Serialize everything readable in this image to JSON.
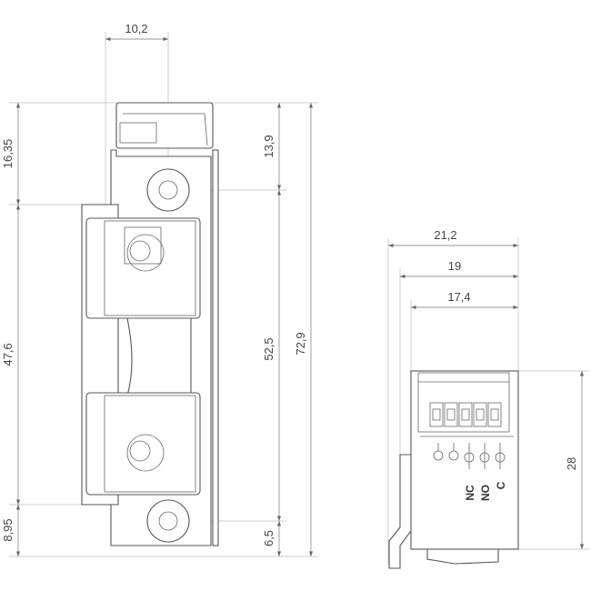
{
  "dimensions": {
    "front_width": "10,2",
    "top_offset": "16,35",
    "middle_height": "47,6",
    "bottom_offset": "8,95",
    "screw_top": "13,9",
    "screw_span": "52,5",
    "total_height": "72,9",
    "screw_bottom": "6,5",
    "side_total_depth": "21,2",
    "side_depth_19": "19",
    "side_depth_17": "17,4",
    "side_height": "28"
  },
  "terminal_labels": {
    "nc": "NC",
    "no": "NO",
    "c": "C"
  },
  "colors": {
    "line": "#555555",
    "dimension": "#777777"
  }
}
